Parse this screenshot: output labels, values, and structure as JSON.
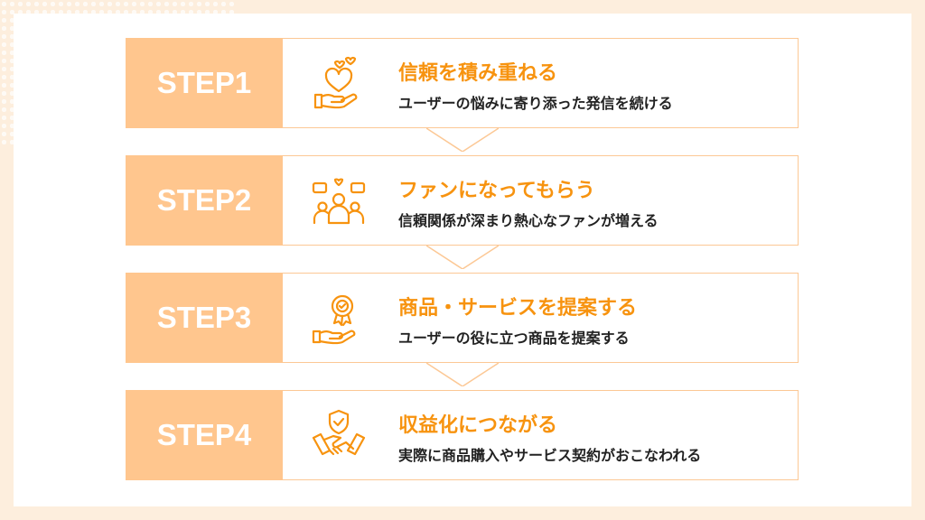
{
  "steps": [
    {
      "label": "STEP1",
      "title": "信頼を積み重ねる",
      "desc": "ユーザーの悩みに寄り添った発信を続ける",
      "icon": "heart-hand-icon"
    },
    {
      "label": "STEP2",
      "title": "ファンになってもらう",
      "desc": "信頼関係が深まり熱心なファンが増える",
      "icon": "fans-group-icon"
    },
    {
      "label": "STEP3",
      "title": "商品・サービスを提案する",
      "desc": "ユーザーの役に立つ商品を提案する",
      "icon": "badge-hand-icon"
    },
    {
      "label": "STEP4",
      "title": "収益化につながる",
      "desc": "実際に商品購入やサービス契約がおこなわれる",
      "icon": "handshake-shield-icon"
    }
  ],
  "colors": {
    "step_bg": "#ffc68e",
    "accent": "#f7930f",
    "border": "#fcc895",
    "page_bg": "#fdeedd"
  }
}
